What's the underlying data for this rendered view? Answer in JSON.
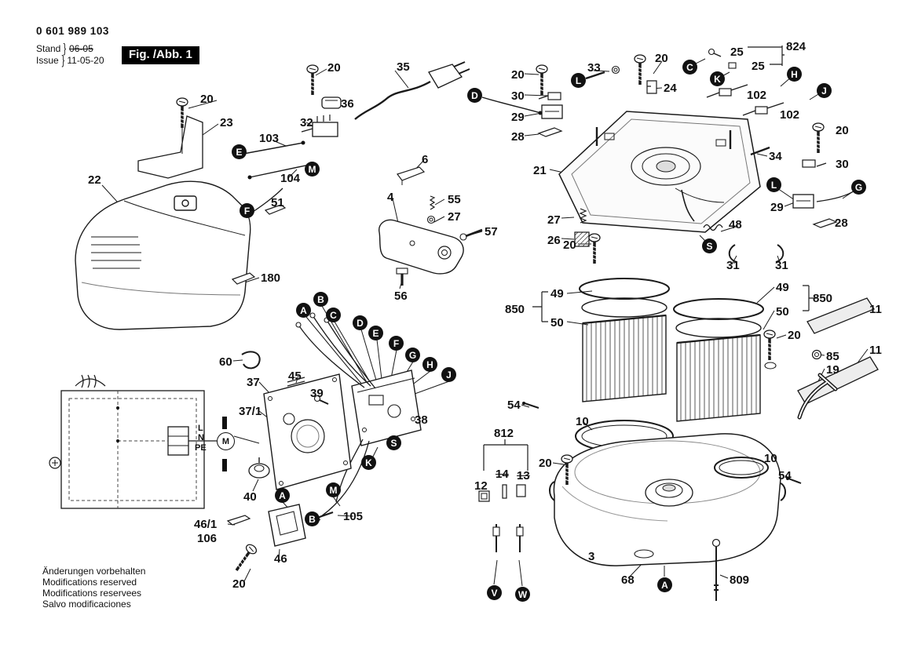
{
  "header": {
    "part_number": "0 601 989 103",
    "stand_label": "Stand",
    "stand_value": "06-05",
    "issue_label": "Issue",
    "issue_value": "11-05-20",
    "brace": "}",
    "figure_label": "Fig. /Abb. 1"
  },
  "footer": {
    "lines": [
      "Änderungen vorbehalten",
      "Modifications reserved",
      "Modifications reservees",
      "Salvo modificaciones"
    ]
  },
  "wiring": {
    "l": "L",
    "n": "N",
    "pe": "PE",
    "motor": "M"
  },
  "labels": [
    "20",
    "35",
    "36",
    "32",
    "20",
    "23",
    "103",
    "104",
    "22",
    "51",
    "6",
    "4",
    "55",
    "27",
    "57",
    "56",
    "180",
    "33",
    "20",
    "20",
    "30",
    "29",
    "28",
    "24",
    "824",
    "25",
    "25",
    "102",
    "102",
    "20",
    "30",
    "21",
    "34",
    "29",
    "28",
    "27",
    "26",
    "20",
    "48",
    "31",
    "31",
    "850",
    "49",
    "50",
    "49",
    "50",
    "850",
    "11",
    "11",
    "20",
    "85",
    "19",
    "54",
    "10",
    "10",
    "54",
    "20",
    "812",
    "14",
    "13",
    "12",
    "3",
    "68",
    "809",
    "60",
    "37",
    "45",
    "39",
    "37/1",
    "38",
    "40",
    "105",
    "46/1",
    "106",
    "46",
    "20"
  ],
  "callouts": [
    "E",
    "M",
    "F",
    "D",
    "L",
    "C",
    "K",
    "H",
    "J",
    "L",
    "G",
    "S",
    "A",
    "B",
    "C",
    "D",
    "E",
    "F",
    "G",
    "H",
    "J",
    "S",
    "K",
    "A",
    "M",
    "B",
    "V",
    "W",
    "A"
  ],
  "colors": {
    "ink": "#1a1a1a",
    "callout_bg": "#000000",
    "figure_box_bg": "#000000"
  }
}
